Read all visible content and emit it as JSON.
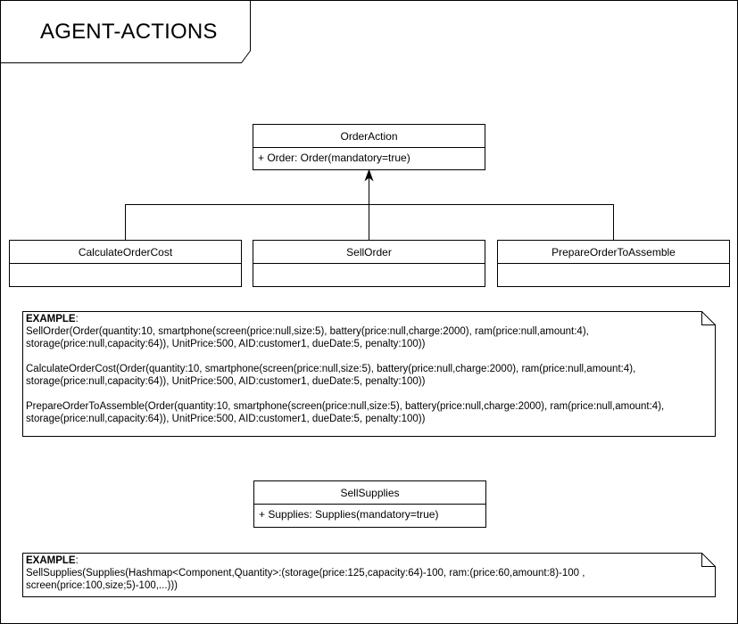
{
  "title": "AGENT-ACTIONS",
  "classes": {
    "order_action": {
      "name": "OrderAction",
      "attribute": "+ Order: Order(mandatory=true)"
    },
    "calculate_order_cost": {
      "name": "CalculateOrderCost"
    },
    "sell_order": {
      "name": "SellOrder"
    },
    "prepare_order_to_assemble": {
      "name": "PrepareOrderToAssemble"
    },
    "sell_supplies": {
      "name": "SellSupplies",
      "attribute": "+ Supplies: Supplies(mandatory=true)"
    }
  },
  "note1": {
    "heading": "EXAMPLE",
    "colon": ":",
    "body": "SellOrder(Order(quantity:10, smartphone(screen(price:null,size:5), battery(price:null,charge:2000), ram(price:null,amount:4),\nstorage(price:null,capacity:64)), UnitPrice:500, AID:customer1, dueDate:5, penalty:100))\n\nCalculateOrderCost(Order(quantity:10, smartphone(screen(price:null,size:5), battery(price:null,charge:2000), ram(price:null,amount:4),\nstorage(price:null,capacity:64)), UnitPrice:500, AID:customer1, dueDate:5, penalty:100))\n\nPrepareOrderToAssemble(Order(quantity:10, smartphone(screen(price:null,size:5), battery(price:null,charge:2000), ram(price:null,amount:4),\nstorage(price:null,capacity:64)), UnitPrice:500, AID:customer1, dueDate:5, penalty:100))"
  },
  "note2": {
    "heading": "EXAMPLE",
    "colon": ":",
    "body": "SellSupplies(Supplies(Hashmap<Component,Quantity>:(storage(price:125,capacity:64)-100, ram:(price:60,amount:8)-100 ,\nscreen(price:100,size;5)-100,...)))"
  }
}
